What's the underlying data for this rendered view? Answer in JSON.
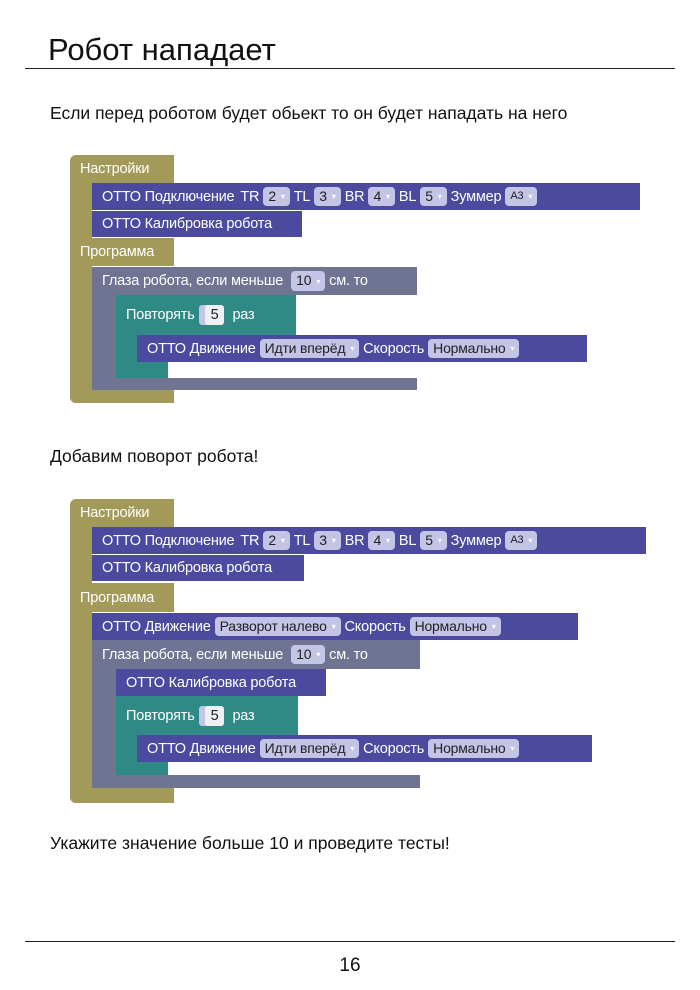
{
  "title": "Робот нападает",
  "intro": "Если перед роботом будет обьект то он будет нападать на него",
  "middle": "Добавим поворот робота!",
  "outro": "Укажите значение больше 10 и проведите тесты!",
  "page_number": "16",
  "colors": {
    "settings": "#a39a5a",
    "otto": "#4b4a9e",
    "eyes": "#6e7491",
    "loop": "#2f8a86"
  },
  "blocks": {
    "settings": "Настройки",
    "program": "Программа",
    "connect": "ОТТО Подключение",
    "tr": "TR",
    "tr_val": "2",
    "tl": "TL",
    "tl_val": "3",
    "br": "BR",
    "br_val": "4",
    "bl": "BL",
    "bl_val": "5",
    "buzzer": "Зуммер",
    "buzzer_val": "A3",
    "calibrate": "ОТТО Калибровка робота",
    "eyes": "Глаза робота, если меньше",
    "eyes_val": "10",
    "eyes_unit": "см. то",
    "repeat": "Повторять",
    "repeat_val": "5",
    "repeat_unit": "раз",
    "move": "ОТТО Движение",
    "move_fwd": "Идти вперёд",
    "move_turn": "Разворот налево",
    "speed": "Скорость",
    "speed_val": "Нормально",
    "arrow": "▾"
  }
}
